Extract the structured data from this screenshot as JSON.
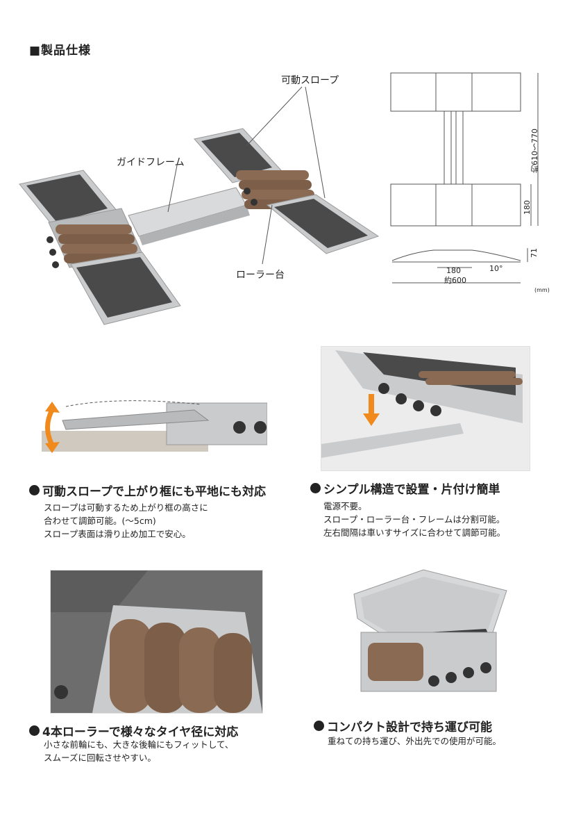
{
  "section_title": "■製品仕様",
  "main_figure": {
    "callout_slope": "可動スロープ",
    "callout_guide": "ガイドフレーム",
    "callout_roller": "ローラー台"
  },
  "dimensions": {
    "width_label": "約610～770",
    "depth_label": "180",
    "height_label": "71",
    "roller_label": "180",
    "angle_label": "10°",
    "length_label": "約600",
    "unit_label": "(mm)"
  },
  "features": [
    {
      "title": "可動スロープで上がり框にも平地にも対応",
      "lines": [
        "スロープは可動するため上がり框の高さに",
        "合わせて調節可能。(～5cm)",
        "スロープ表面は滑り止め加工で安心。"
      ]
    },
    {
      "title": "シンプル構造で設置・片付け簡単",
      "lines": [
        "電源不要。",
        "スロープ・ローラー台・フレームは分割可能。",
        "左右間隔は車いすサイズに合わせて調節可能。"
      ]
    },
    {
      "title": "4本ローラーで様々なタイヤ径に対応",
      "lines": [
        "小さな前輪にも、大きな後輪にもフィットして、",
        "スムーズに回転させやすい。"
      ]
    },
    {
      "title": "コンパクト設計で持ち運び可能",
      "lines": [
        "重ねての持ち運び、外出先での使用が可能。"
      ]
    }
  ],
  "colors": {
    "aluminum": "#c9cbcd",
    "mat": "#4a4a4a",
    "roller": "#8a6a52",
    "arrow_orange": "#f08a1c"
  }
}
